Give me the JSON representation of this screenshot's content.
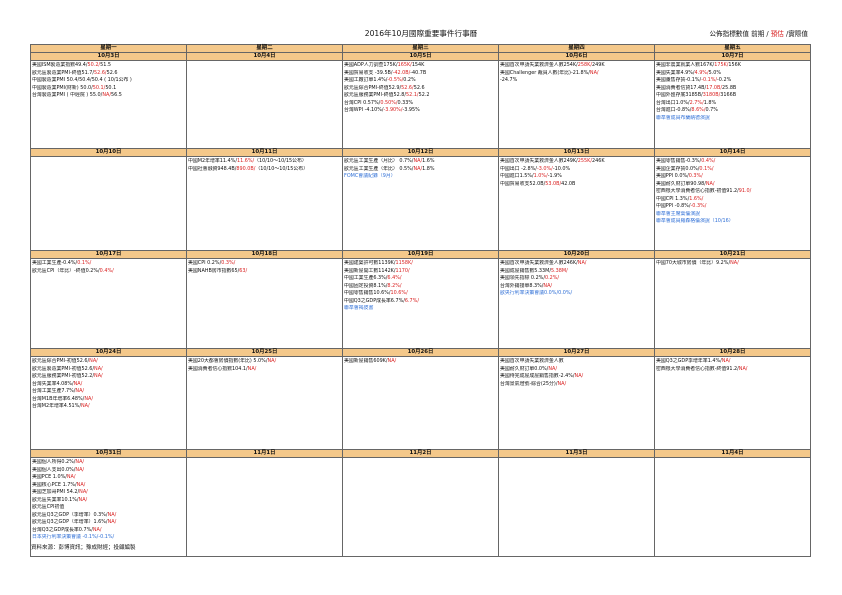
{
  "title": "2016年10月國際重要事件行事曆",
  "legend": {
    "prefix": "公佈指標數值 前期 / ",
    "forecast": "預估",
    "suffix": " /實際值"
  },
  "weekdays": [
    "星期一",
    "星期二",
    "星期三",
    "星期四",
    "星期五"
  ],
  "colors": {
    "header_bg": "#f4c88a",
    "forecast_red": "#d92020",
    "event_blue": "#2f6fd6"
  },
  "weeks": [
    {
      "dates": [
        "10月3日",
        "10月4日",
        "10月5日",
        "10月6日",
        "10月7日"
      ],
      "cells": [
        [
          {
            "t": "美國ISM製造業指數49.4/",
            "r": "50.2/",
            "a": "51.5"
          },
          {
            "t": "歐元區製造業PMI-終值51.7/",
            "r": "52.6/",
            "a": "52.6"
          },
          {
            "t": "中國製造業PMI 50.4/50.4/50.4 ( 10/1公布 )"
          },
          {
            "t": "中國製造業PMI(財新) 50.0/",
            "r": "50.1/",
            "a": "50.1"
          },
          {
            "t": "台灣製造業PMI ( 中經院 ) 55.0/",
            "r": "NA/",
            "a": "56.5"
          }
        ],
        [],
        [
          {
            "t": "美國ADP人力調查175K/",
            "r": "165K/",
            "a": "154K"
          },
          {
            "t": "美國貿易收支 -39.5B/",
            "r": "-42.0B/",
            "a": "-40.7B"
          },
          {
            "t": "美國工廠訂單1.4%/",
            "r": "-0.5%/",
            "a": "0.2%"
          },
          {
            "t": "歐元區綜合PMI-終值52.9/",
            "r": "52.6/",
            "a": "52.6"
          },
          {
            "t": "歐元區服務業PMI-終值52.8/",
            "r": "52.1/",
            "a": "52.2"
          },
          {
            "t": "台灣CPI 0.57%/",
            "r": "0.50%/",
            "a": "0.33%"
          },
          {
            "t": "台灣WPI -4.10%/",
            "r": "-3.90%/",
            "a": "-3.95%"
          }
        ],
        [
          {
            "t": "美國首次申請失業救濟金人數254K/",
            "r": "258K/",
            "a": "249K"
          },
          {
            "t": "美國Challenger 裁員人數(年比)-21.8%/",
            "r": "NA/",
            "a": ""
          },
          {
            "t": "-24.7%"
          }
        ],
        [
          {
            "t": "美國非農業就業人數167K/",
            "r": "175K/",
            "a": "156K"
          },
          {
            "t": "美國失業率4.9%/",
            "r": "4.9%/",
            "a": "5.0%"
          },
          {
            "t": "美國躉售存貨-0.1%/",
            "r": "-0.1%/",
            "a": "-0.2%"
          },
          {
            "t": "美國消費者信貸17.4B/",
            "r": "17.0B/",
            "a": "25.8B"
          },
          {
            "t": "中國外匯存底3185B/",
            "r": "3180B/",
            "a": "3166B"
          },
          {
            "t": "台灣出口1.0%/",
            "r": "2.7%/",
            "a": "1.8%"
          },
          {
            "t": "台灣進口-0.8%/",
            "r": "8.6%/",
            "a": "0.7%"
          },
          {
            "b": "聯準會成員布蘭納德演說"
          }
        ]
      ]
    },
    {
      "dates": [
        "10月10日",
        "10月11日",
        "10月12日",
        "10月13日",
        "10月14日"
      ],
      "cells": [
        [],
        [
          {
            "t": "中國M2年增率11.4%/",
            "r": "11.6%/",
            "a": "（10/10～10/15公布）"
          },
          {
            "t": "中國社會融資948.4B/",
            "r": "890.0B/",
            "a": "（10/10～10/15公布）"
          }
        ],
        [
          {
            "t": "歐元區工業生產（月比） 0.7%/",
            "r": "NA/",
            "a": "1.6%"
          },
          {
            "t": "歐元區工業生產（年比） 0.5%/",
            "r": "NA/",
            "a": "1.8%"
          },
          {
            "b": "FOMC會議紀錄（9月）"
          }
        ],
        [
          {
            "t": "美國首次申請失業救濟金人數249K/",
            "r": "255K/",
            "a": "246K"
          },
          {
            "t": "中國出口 -2.8%/",
            "r": "-3.0%/",
            "a": "-10.0%"
          },
          {
            "t": "中國進口1.5%/",
            "r": "1.0%/",
            "a": "-1.9%"
          },
          {
            "t": "中國貿易收支52.0B/",
            "r": "53.0B/",
            "a": "42.0B"
          }
        ],
        [
          {
            "t": "美國零售銷售-0.3%/",
            "r": "0.4%/",
            "a": ""
          },
          {
            "t": "美國企業存貨0.0%/",
            "r": "0.1%/",
            "a": ""
          },
          {
            "t": "美國PPI 0.0%/",
            "r": "0.3%/",
            "a": ""
          },
          {
            "t": "美國耐久財訂單90.98/",
            "r": "NA/",
            "a": ""
          },
          {
            "t": "密西根大學消費者信心指數-初值91.2/",
            "r": "91.0/",
            "a": ""
          },
          {
            "t": "中國CPI 1.3%/",
            "r": "1.6%/",
            "a": ""
          },
          {
            "t": "中國PPI -0.8%/",
            "r": "-0.3%/",
            "a": ""
          },
          {
            "b": "聯準會主席葉倫演說"
          },
          {
            "b": "聯準會成員羅森格倫演說（10/16）"
          }
        ]
      ]
    },
    {
      "dates": [
        "10月17日",
        "10月18日",
        "10月19日",
        "10月20日",
        "10月21日"
      ],
      "cells": [
        [
          {
            "t": "美國工業生產-0.4%/",
            "r": "0.1%/",
            "a": ""
          },
          {
            "t": "歐元區CPI（年比）-終值0.2%/",
            "r": "0.4%/",
            "a": ""
          }
        ],
        [
          {
            "t": "美國CPI 0.2%/",
            "r": "0.3%/",
            "a": ""
          },
          {
            "t": "美國NAHB房市指數65/",
            "r": "63/",
            "a": ""
          }
        ],
        [
          {
            "t": "美國建築許可數1139K/",
            "r": "1158K/",
            "a": ""
          },
          {
            "t": "美國新屋開工數1142K/",
            "r": "1170/",
            "a": ""
          },
          {
            "t": "中國工業生產6.3%/",
            "r": "6.4%/",
            "a": ""
          },
          {
            "t": "中國固定投資8.1%/",
            "r": "8.2%/",
            "a": ""
          },
          {
            "t": "中國零售銷售10.6%/",
            "r": "10.6%/",
            "a": ""
          },
          {
            "t": "中國Q3之GDP成長率6.7%/",
            "r": "6.7%/",
            "a": ""
          },
          {
            "b": "聯準會褐皮書"
          }
        ],
        [
          {
            "t": "美國首次申請失業救濟金人數246K/",
            "r": "NA/",
            "a": ""
          },
          {
            "t": "美國成屋銷售數5.33M/",
            "r": "5.38M/",
            "a": ""
          },
          {
            "t": "美國領先指標 0.2%/",
            "r": "0.2%/",
            "a": ""
          },
          {
            "t": "台灣外銷接單8.3%/",
            "r": "NA/",
            "a": ""
          },
          {
            "b": "歐央行利率決策會議0.0%/",
            "bb": "0.0%/"
          }
        ],
        [
          {
            "t": "中國70大城市房價（年比）9.2%/",
            "r": "NA/",
            "a": ""
          }
        ]
      ]
    },
    {
      "dates": [
        "10月24日",
        "10月25日",
        "10月26日",
        "10月27日",
        "10月28日"
      ],
      "cells": [
        [
          {
            "t": "歐元區綜合PMI-初值52.6/",
            "r": "NA/",
            "a": ""
          },
          {
            "t": "歐元區製造業PMI-初值52.6/",
            "r": "NA/",
            "a": ""
          },
          {
            "t": "歐元區服務業PMI-初值52.2/",
            "r": "NA/",
            "a": ""
          },
          {
            "t": "台灣失業率4.08%/",
            "r": "NA/",
            "a": ""
          },
          {
            "t": "台灣工業生產7.7%/",
            "r": "NA/",
            "a": ""
          },
          {
            "t": "台灣M1B年增率6.48%/",
            "r": "NA/",
            "a": ""
          },
          {
            "t": "台灣M2年增率4.51%/",
            "r": "NA/",
            "a": ""
          }
        ],
        [
          {
            "t": "美國20大都會房價指數(年比) 5.0%/",
            "r": "NA/",
            "a": ""
          },
          {
            "t": "美國消費者信心指數104.1/",
            "r": "NA/",
            "a": ""
          }
        ],
        [
          {
            "t": "美國新屋銷售609K/",
            "r": "NA/",
            "a": ""
          }
        ],
        [
          {
            "t": "美國首次申請失業救濟金人數"
          },
          {
            "t": "美國耐久財訂單0.0%/",
            "r": "NA/",
            "a": ""
          },
          {
            "t": "美國待完成屋成屋銷售指數-2.4%/",
            "r": "NA/",
            "a": ""
          },
          {
            "t": "台灣景氣燈號-綜合(25分)/",
            "r": "NA/",
            "a": ""
          }
        ],
        [
          {
            "t": "美國Q3之GDP季增年率1.4%/",
            "r": "NA/",
            "a": ""
          },
          {
            "t": "密西根大學消費者信心指數-終值91.2/",
            "r": "NA/",
            "a": ""
          }
        ]
      ]
    },
    {
      "dates": [
        "10月31日",
        "11月1日",
        "11月2日",
        "11月3日",
        "11月4日"
      ],
      "cells": [
        [
          {
            "t": "美國個人所得0.2%/",
            "r": "NA/",
            "a": ""
          },
          {
            "t": "美國個人支出0.0%/",
            "r": "NA/",
            "a": ""
          },
          {
            "t": "美國PCE 1.0%/",
            "r": "NA/",
            "a": ""
          },
          {
            "t": "美國核心PCE 1.7%/",
            "r": "NA/",
            "a": ""
          },
          {
            "t": "美國芝加哥PMI 54.2/",
            "r": "NA/",
            "a": ""
          },
          {
            "t": "歐元區失業率10.1%/",
            "r": "NA/",
            "a": ""
          },
          {
            "t": "歐元區CPI初值"
          },
          {
            "t": "歐元區Q3之GDP（季增率）0.3%/",
            "r": "NA/",
            "a": ""
          },
          {
            "t": "歐元區Q3之GDP（年增率）1.6%/",
            "r": "NA/",
            "a": ""
          },
          {
            "t": "台灣Q3之GDP成長率0.7%/",
            "r": "NA/",
            "a": ""
          },
          {
            "b": "日本央行利率決策會議 -0.1%/",
            "bb": "-0.1%/"
          }
        ],
        [],
        [],
        [],
        []
      ]
    }
  ],
  "source": "資料來源：彭博資訊；豫成財經；投顧編製"
}
